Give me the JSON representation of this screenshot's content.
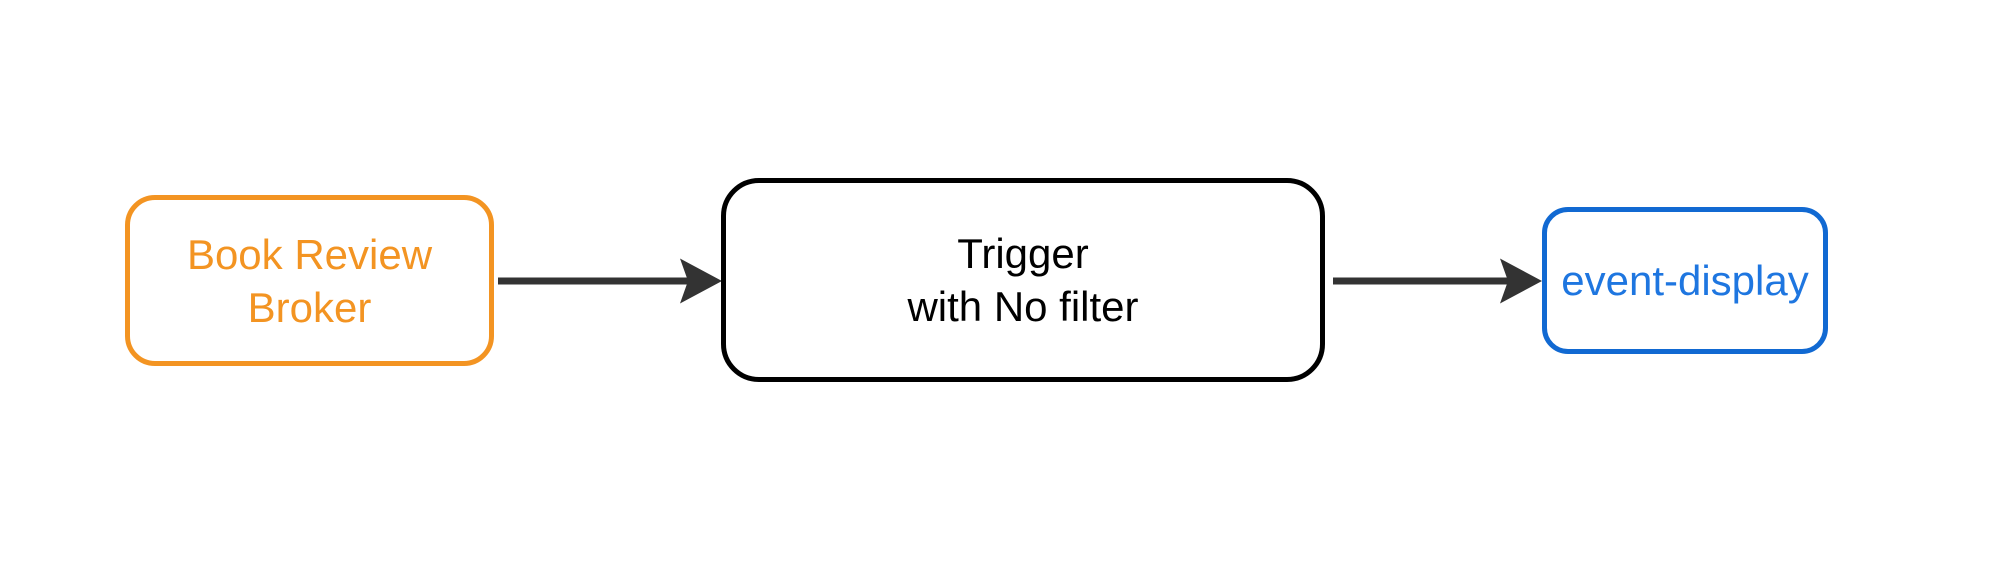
{
  "background": "#ffffff",
  "nodes": {
    "broker": {
      "line1": "Book Review",
      "line2": "Broker",
      "text_color": "#F39422",
      "border_color": "#F39422"
    },
    "trigger": {
      "line1": "Trigger",
      "line2": "with No filter",
      "text_color": "#000000",
      "border_color": "#000000"
    },
    "sink": {
      "line1": "event-display",
      "text_color": "#1E76E0",
      "border_color": "#1169D2"
    }
  },
  "arrows": {
    "color": "#333333",
    "connections": [
      {
        "from": "broker",
        "to": "trigger"
      },
      {
        "from": "trigger",
        "to": "sink"
      }
    ]
  }
}
